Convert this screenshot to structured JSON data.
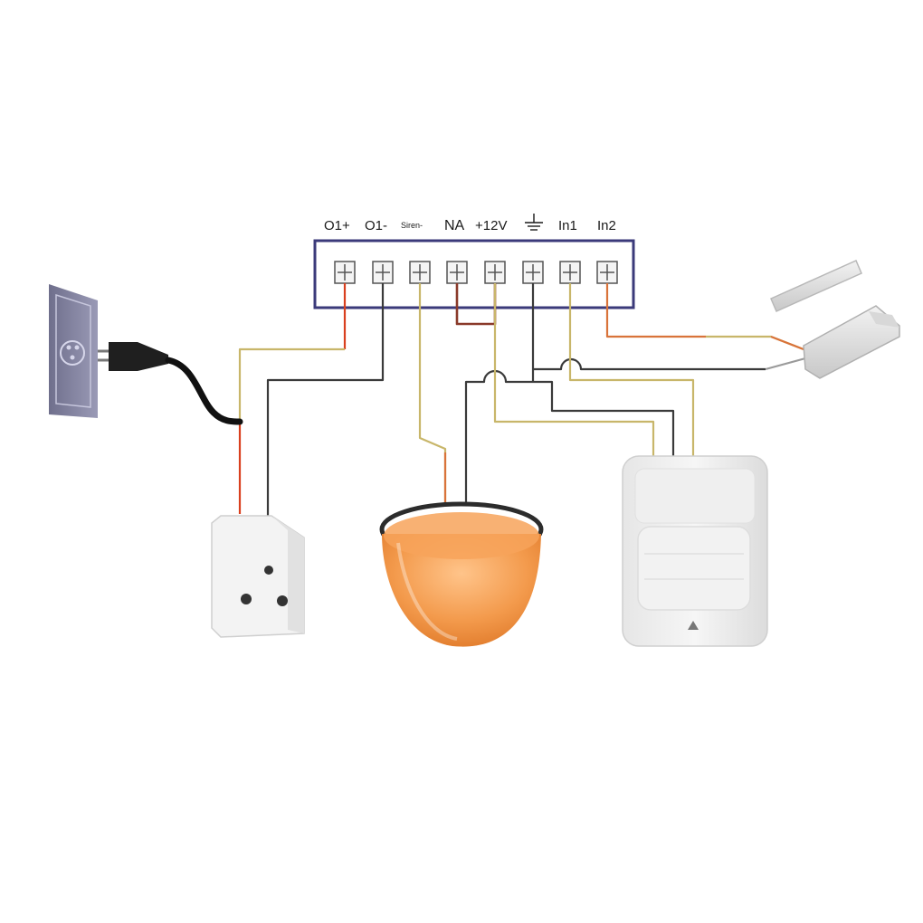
{
  "terminal_block": {
    "labels": [
      "O1+",
      "O1-",
      "Siren-",
      "NA",
      "+12V",
      "",
      "In1",
      "In2"
    ],
    "border_color": "#3b3a7a"
  },
  "wire_colors": {
    "red": "#d9401f",
    "black": "#3a3a3a",
    "yellow": "#c8b66a",
    "orange": "#d9733a",
    "brown": "#8a3a2a"
  },
  "device_icons": [
    "wall-outlet-icon",
    "power-plug-icon",
    "relay-socket-icon",
    "strobe-siren-icon",
    "pir-motion-sensor-icon",
    "magnetic-door-contact-icon"
  ]
}
